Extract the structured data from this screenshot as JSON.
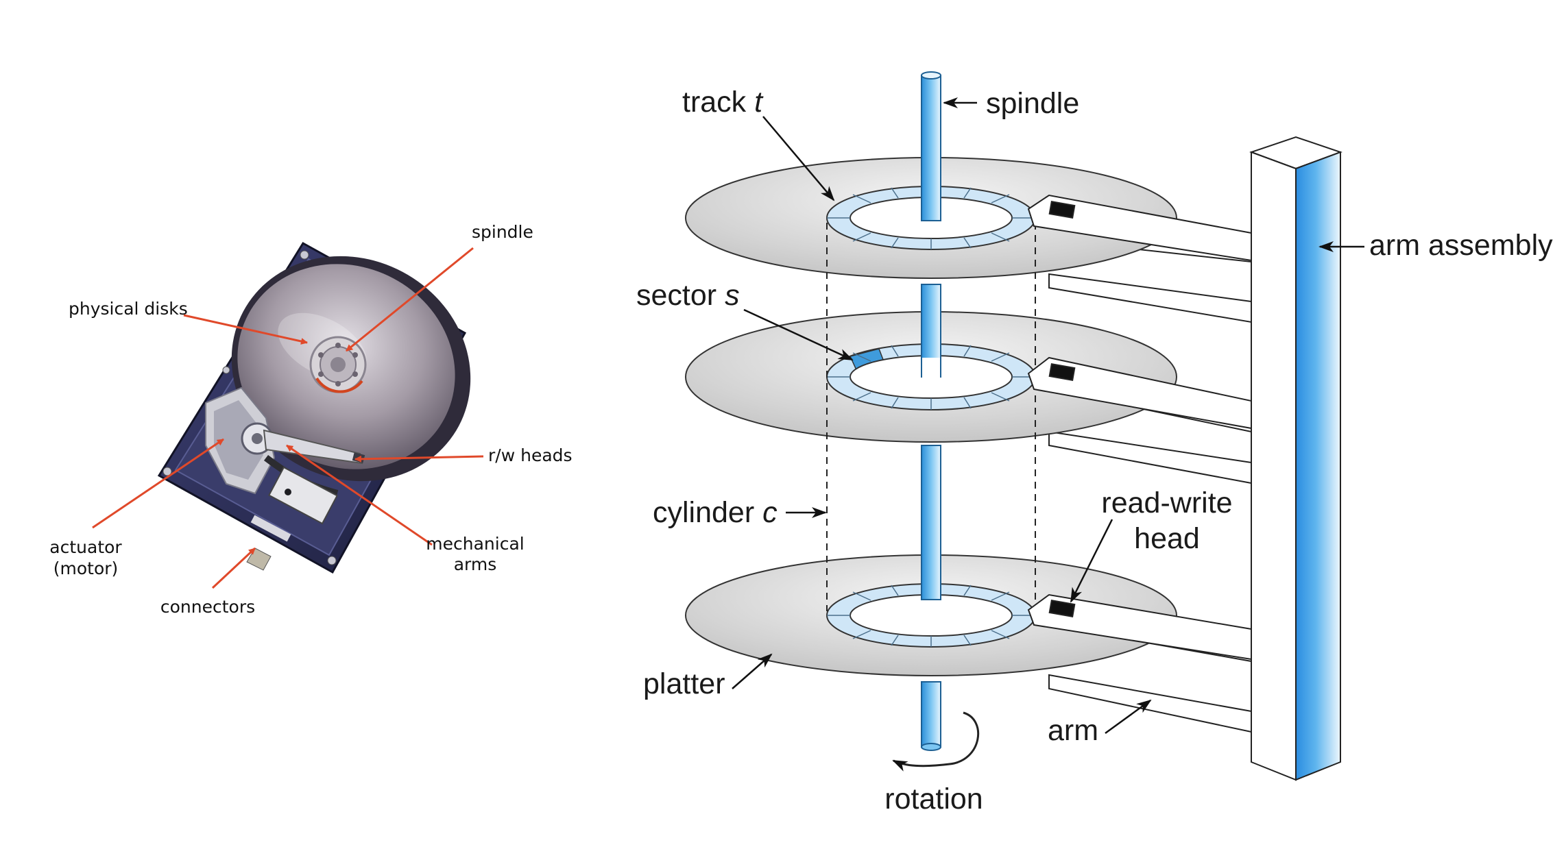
{
  "photo_labels": {
    "spindle": "spindle",
    "physical_disks": "physical disks",
    "rw_heads": "r/w heads",
    "actuator_line1": "actuator",
    "actuator_line2": "(motor)",
    "mechanical_line1": "mechanical",
    "mechanical_line2": "arms",
    "connectors": "connectors"
  },
  "diagram_labels": {
    "track": "track",
    "track_var": "t",
    "spindle": "spindle",
    "arm_assembly": "arm assembly",
    "sector": "sector",
    "sector_var": "s",
    "cylinder": "cylinder",
    "cylinder_var": "c",
    "read_write_line1": "read-write",
    "read_write_line2": "head",
    "platter": "platter",
    "arm": "arm",
    "rotation": "rotation"
  },
  "colors": {
    "callout_red": "#e0492a",
    "spindle_blue": "#3fa6e6",
    "track_blue": "#cfe6f7",
    "platter_gray": "#d6d6d6",
    "drive_body": "#2d2f5a"
  }
}
